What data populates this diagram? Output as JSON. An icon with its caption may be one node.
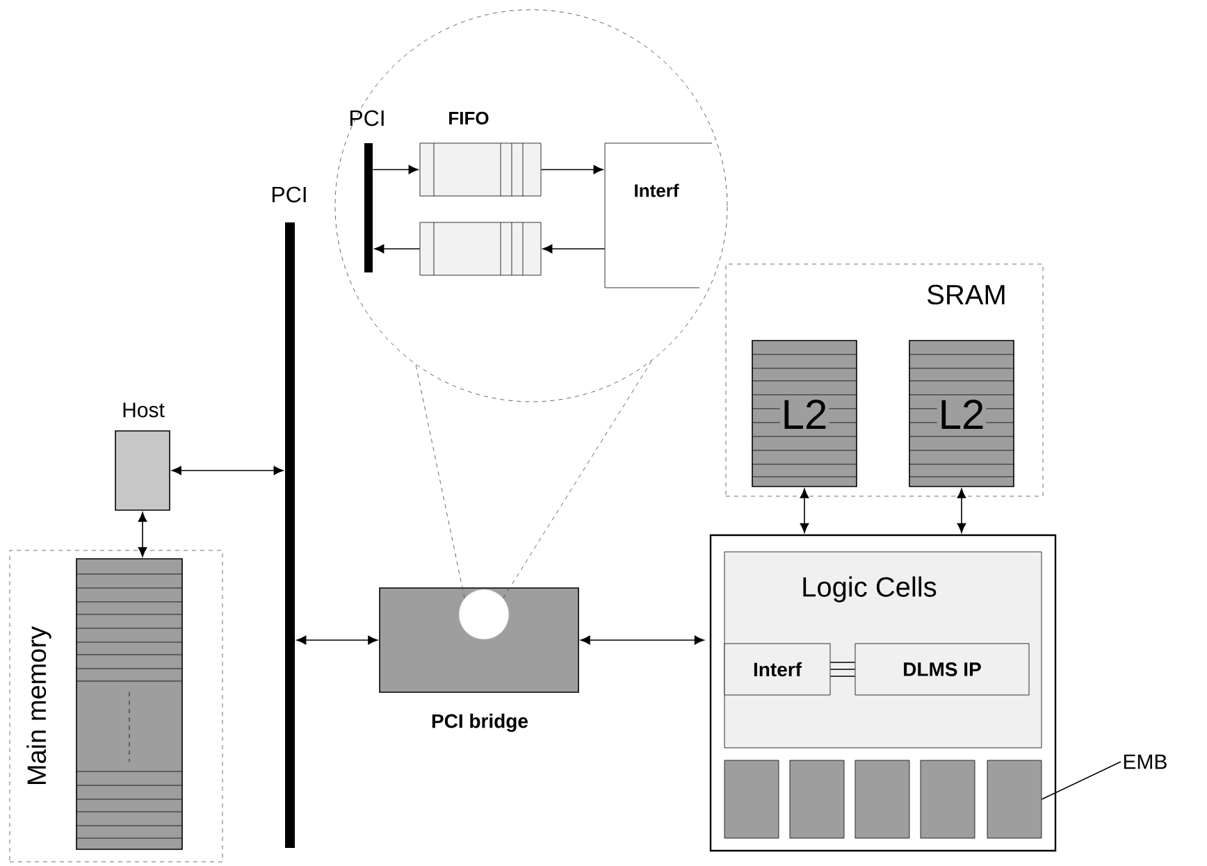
{
  "diagram": {
    "nodes": [
      {
        "text": [
          "PCI"
        ]
      },
      {
        "text": [
          "Host"
        ]
      },
      {
        "text": [
          "Main memory"
        ]
      },
      {
        "text": [],
        "shape": "box",
        "in": 2
      },
      {
        "text": [
          "PCI bridge"
        ]
      },
      {
        "text": [],
        "shape": "circle"
      },
      {
        "text": [
          "PCI"
        ],
        "in": 5
      },
      {
        "text": [
          "FIFO"
        ],
        "in": 5
      },
      {
        "text": [],
        "shape": "box",
        "in": 5
      },
      {
        "text": [
          "Interf"
        ],
        "in": 5
      },
      {
        "text": [],
        "shape": "circle",
        "in": 4
      },
      {
        "text": [
          "SRAM"
        ]
      },
      {
        "text": [
          "L2"
        ],
        "in": 11
      },
      {
        "text": [
          "L2"
        ],
        "in": 11
      },
      {
        "text": [],
        "shape": "box"
      },
      {
        "text": [
          "Logic Cells"
        ],
        "in": 14
      },
      {
        "text": [
          "Interf"
        ],
        "in": 15
      },
      {
        "text": [
          "DLMS IP"
        ],
        "in": 15
      },
      {
        "text": [],
        "shape": "box",
        "in": 14
      },
      {
        "text": [],
        "shape": "box",
        "in": 14
      },
      {
        "text": [],
        "shape": "box",
        "in": 14
      },
      {
        "text": [],
        "shape": "box",
        "in": 14
      },
      {
        "text": [],
        "shape": "box",
        "in": 14
      },
      {
        "text": [
          "EMB"
        ]
      }
    ],
    "edges": [
      {
        "from": 1,
        "to": 0,
        "arrow": "both"
      },
      {
        "from": 1,
        "to": 3,
        "arrow": "both"
      },
      {
        "from": 0,
        "to": 4,
        "arrow": "both"
      },
      {
        "from": 4,
        "to": 14,
        "arrow": "both"
      },
      {
        "from": 12,
        "to": 14,
        "arrow": "both"
      },
      {
        "from": 13,
        "to": 14,
        "arrow": "both"
      },
      {
        "from": 6,
        "to": 7,
        "arrow": "to"
      },
      {
        "from": 7,
        "to": 9,
        "arrow": "to"
      },
      {
        "from": 9,
        "to": 8,
        "arrow": "to"
      },
      {
        "from": 8,
        "to": 6,
        "arrow": "to"
      },
      {
        "from": 10,
        "to": 5,
        "arrow": "none",
        "style": "dashed"
      },
      {
        "from": 10,
        "to": 5,
        "arrow": "none",
        "style": "dashed"
      },
      {
        "from": 16,
        "to": 17,
        "arrow": "none"
      },
      {
        "from": 23,
        "to": 22,
        "arrow": "none"
      }
    ]
  }
}
